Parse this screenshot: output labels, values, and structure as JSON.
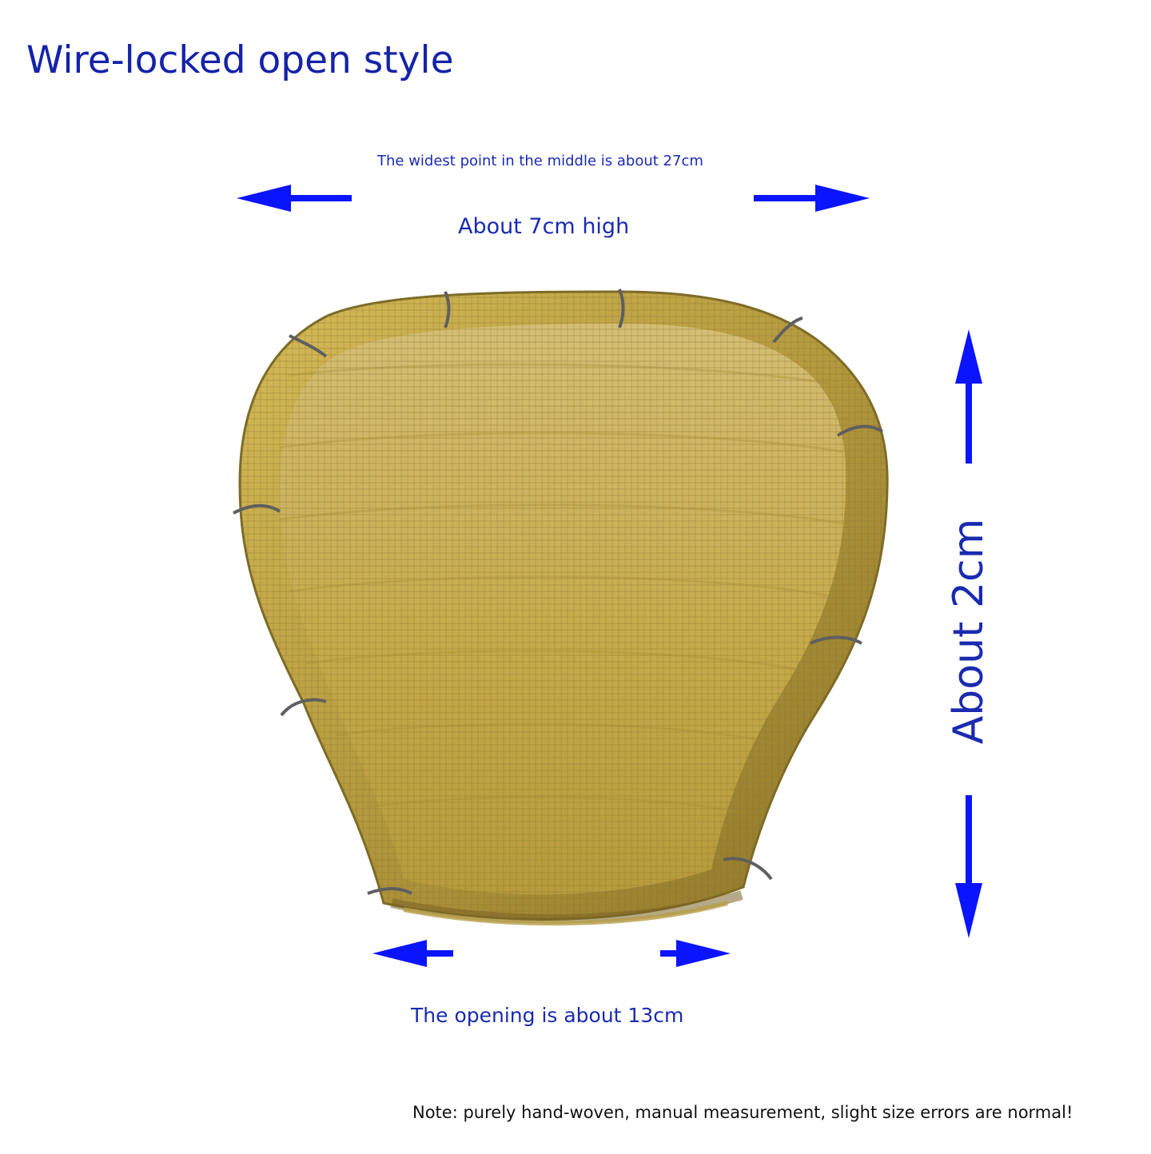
{
  "title": "Wire-locked open style",
  "labels": {
    "widest_point": "The widest point in the middle is about 27cm",
    "height": "About 7cm high",
    "side_height": "About 2cm",
    "opening": "The opening is about 13cm",
    "note": "Note: purely hand-woven, manual measurement, slight size errors are normal!"
  },
  "colors": {
    "text_blue": "#1a2bb0",
    "arrow_blue": "#0b14ff",
    "bamboo_light": "#c8b04a",
    "bamboo_dark": "#8c7428"
  },
  "icons": {
    "left_arrow": "arrow-left-icon",
    "right_arrow": "arrow-right-icon",
    "up_arrow": "arrow-up-icon",
    "down_arrow": "arrow-down-icon"
  }
}
